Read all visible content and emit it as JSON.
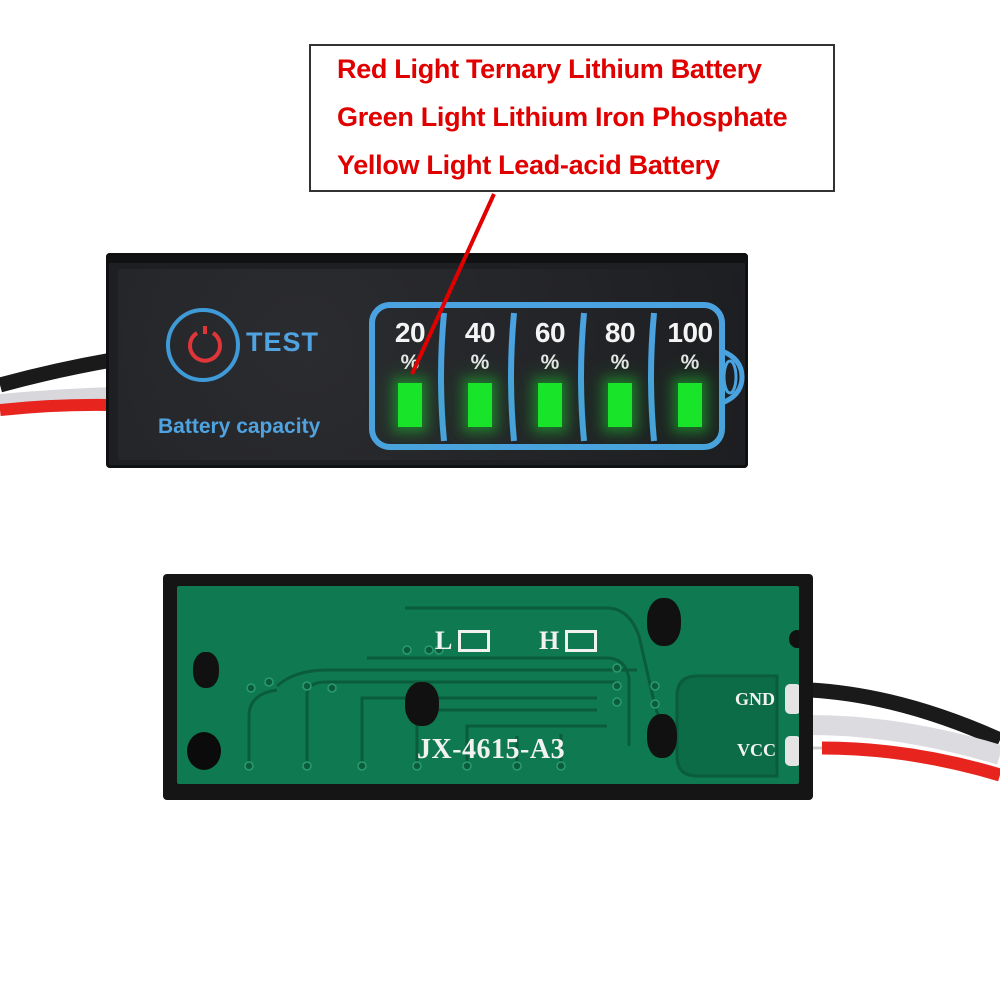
{
  "callout": {
    "lines": [
      "Red Light Ternary Lithium Battery",
      "Green Light Lithium Iron Phosphate",
      "Yellow Light Lead-acid Battery"
    ],
    "text_color": "#e00000"
  },
  "front_module": {
    "test_label": "TEST",
    "capacity_label": "Battery capacity",
    "accent_color": "#4ea3e0",
    "led_color": "#18e52a",
    "cells": [
      {
        "value": "20",
        "unit": "%"
      },
      {
        "value": "40",
        "unit": "%"
      },
      {
        "value": "60",
        "unit": "%"
      },
      {
        "value": "80",
        "unit": "%"
      },
      {
        "value": "100",
        "unit": "%"
      }
    ]
  },
  "back_pcb": {
    "model": "JX-4615-A3",
    "jumper_low": "L",
    "jumper_high": "H",
    "pin_gnd": "GND",
    "pin_vcc": "VCC",
    "pcb_color": "#0f7a52"
  }
}
